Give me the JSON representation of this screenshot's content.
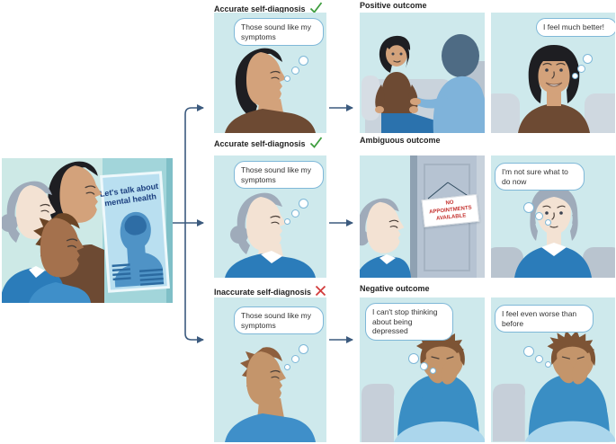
{
  "figure": {
    "intro": {
      "poster_line1": "Let's talk about",
      "poster_line2": "mental health"
    },
    "rows": [
      {
        "diagnosis": "Accurate self-diagnosis",
        "mark_icon": "check-icon",
        "outcome": "Positive outcome",
        "thought": "Those sound like my symptoms",
        "result_thought": "I feel much better!"
      },
      {
        "diagnosis": "Accurate self-diagnosis",
        "mark_icon": "check-icon",
        "outcome": "Ambiguous outcome",
        "thought": "Those sound like my symptoms",
        "door_sign": "NO APPOINTMENTS AVAILABLE",
        "result_thought": "I'm not sure what to do now"
      },
      {
        "diagnosis": "Inaccurate self-diagnosis",
        "mark_icon": "cross-icon",
        "outcome": "Negative outcome",
        "thought": "Those sound like my symptoms",
        "mid_thought": "I can't stop thinking about being depressed",
        "result_thought": "I feel even worse than before"
      }
    ],
    "colors": {
      "panel_bg": "#cee9ec",
      "arrow": "#3b5a7e",
      "check": "#3f9e3f",
      "cross": "#d23c3c",
      "sign_text": "#c4312e",
      "poster_text": "#1a3e7e"
    }
  }
}
